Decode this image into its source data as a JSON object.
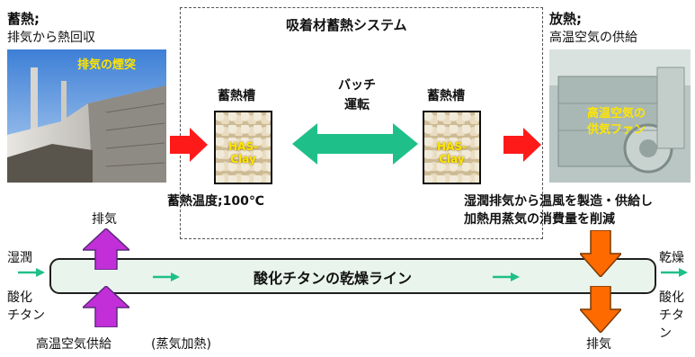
{
  "left_block": {
    "title": "蓄熱;",
    "subtitle": "排気から熱回収",
    "photo_label": "排気の煙突"
  },
  "right_block": {
    "title": "放熱;",
    "subtitle": "高温空気の供給",
    "photo_label_line1": "高温空気の",
    "photo_label_line2": "供気ファン"
  },
  "system": {
    "title": "吸着材蓄熱システム",
    "tank_left_label": "蓄熱槽",
    "tank_right_label": "蓄熱槽",
    "tank_material": "HAS-Clay",
    "batch_line1": "バッチ",
    "batch_line2": "運転",
    "storage_temp": "蓄熱温度;100℃"
  },
  "note": {
    "line1": "湿潤排気から温風を製造・供給し",
    "line2": "加熱用蒸気の消費量を削減"
  },
  "line": {
    "label": "酸化チタンの乾燥ライン",
    "in_top": "湿潤",
    "in_bottom_1": "酸化",
    "in_bottom_2": "チタン",
    "out_top": "乾燥",
    "out_bottom_1": "酸化",
    "out_bottom_2": "チタン",
    "exhaust_left": "排気",
    "supply_left": "高温空気供給",
    "supply_left_note": "(蒸気加熱)",
    "exhaust_right": "排気"
  },
  "colors": {
    "red_arrow": "#ff1a1a",
    "green_arrow": "#1fbf8a",
    "purple_arrow": "#c22fd8",
    "orange_arrow": "#ff6a00",
    "yellow_text": "#ffe600"
  }
}
